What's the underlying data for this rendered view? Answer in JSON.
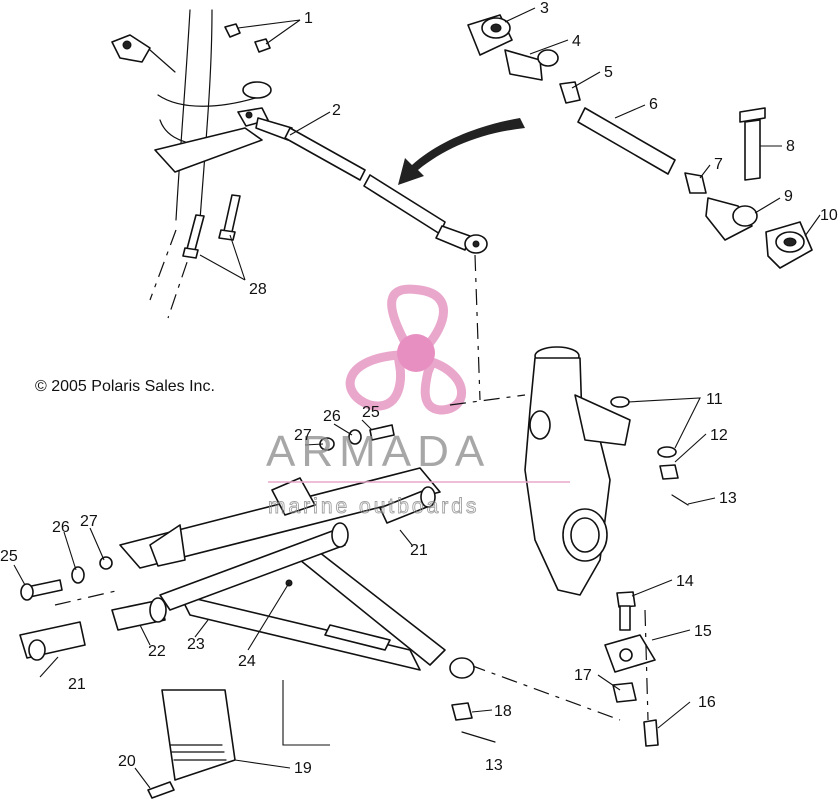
{
  "copyright": "© 2005 Polaris Sales Inc.",
  "watermark": {
    "brand": "ARMADA",
    "tagline": "marine outboards",
    "colors": {
      "logo": "#e9a7cc",
      "logo_center": "#e78fc1",
      "text": "#8a8a8a"
    }
  },
  "callouts": {
    "c1": "1",
    "c2": "2",
    "c3": "3",
    "c4": "4",
    "c5": "5",
    "c6": "6",
    "c7": "7",
    "c8": "8",
    "c9": "9",
    "c10": "10",
    "c11": "11",
    "c12": "12",
    "c13a": "13",
    "c14": "14",
    "c15": "15",
    "c16": "16",
    "c17": "17",
    "c18": "18",
    "c13b": "13",
    "c19": "19",
    "c20": "20",
    "c21a": "21",
    "c21b": "21",
    "c22": "22",
    "c23": "23",
    "c24": "24",
    "c25a": "25",
    "c26a": "26",
    "c27a": "27",
    "c25b": "25",
    "c26b": "26",
    "c27b": "27",
    "c28": "28"
  },
  "colors": {
    "line": "#111111",
    "background": "#ffffff"
  }
}
